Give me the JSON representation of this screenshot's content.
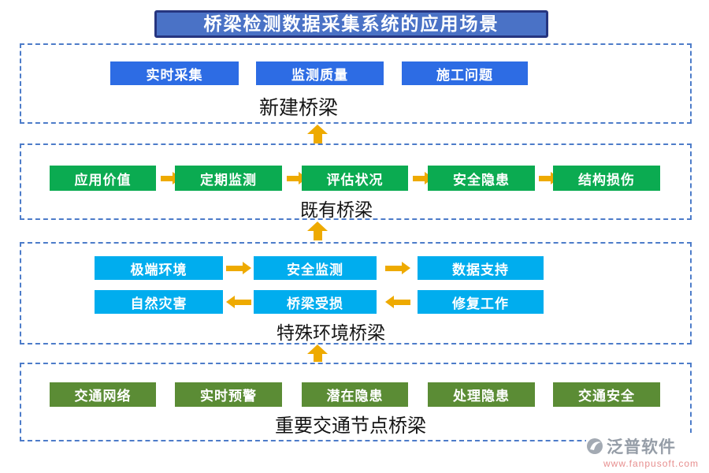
{
  "title": "桥梁检测数据采集系统的应用场景",
  "sections": [
    {
      "label": "新建桥梁",
      "buttons": [
        "实时采集",
        "监测质量",
        "施工问题"
      ]
    },
    {
      "label": "既有桥梁",
      "buttons": [
        "应用价值",
        "定期监测",
        "评估状况",
        "安全隐患",
        "结构损伤"
      ]
    },
    {
      "label": "特殊环境桥梁",
      "rows": [
        {
          "direction": "right",
          "buttons": [
            "极端环境",
            "安全监测",
            "数据支持"
          ]
        },
        {
          "direction": "left",
          "buttons": [
            "自然灾害",
            "桥梁受损",
            "修复工作"
          ]
        }
      ]
    },
    {
      "label": "重要交通节点桥梁",
      "buttons": [
        "交通网络",
        "实时预警",
        "潜在隐患",
        "处理隐患",
        "交通安全"
      ]
    }
  ],
  "colors": {
    "title_bg": "#4a72c6",
    "title_border": "#26357f",
    "dashed_border": "#4d7cc9",
    "blue_node": "#2d6ce4",
    "green_node": "#0bab51",
    "cyan_node": "#00adee",
    "olive_node": "#5b8c35",
    "arrow": "#eeaa00"
  },
  "logo": {
    "brand": "泛普软件",
    "website": "www.fanpusoft.com"
  }
}
